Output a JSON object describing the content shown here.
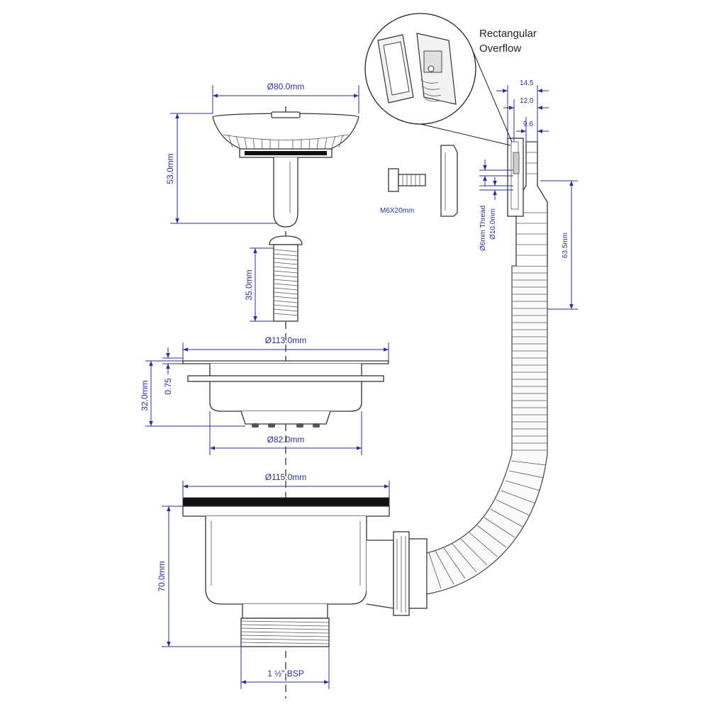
{
  "callout": {
    "line1": "Rectangular",
    "line2": "Overflow"
  },
  "dimensions": {
    "strainer_diameter": "Ø80.0mm",
    "strainer_height": "53.0mm",
    "screw_length": "35.0mm",
    "bolt": "M6X20mm",
    "flange_diameter": "Ø113.0mm",
    "flange_height": "32.0mm",
    "flange_thickness": "0.75",
    "basket_bottom_diameter": "Ø82.0mm",
    "body_flange_diameter": "Ø115.0mm",
    "body_height": "70.0mm",
    "outlet_thread": "1 ½\" BSP",
    "overflow_width_1": "14.5",
    "overflow_width_2": "12.0",
    "overflow_width_3": "9.6",
    "overflow_thread": "Ø6mm Thread",
    "overflow_hole": "Ø10.0mm",
    "overflow_height": "63.5mm"
  },
  "colors": {
    "dimension": "#2b2f8f",
    "outline": "#333333"
  }
}
